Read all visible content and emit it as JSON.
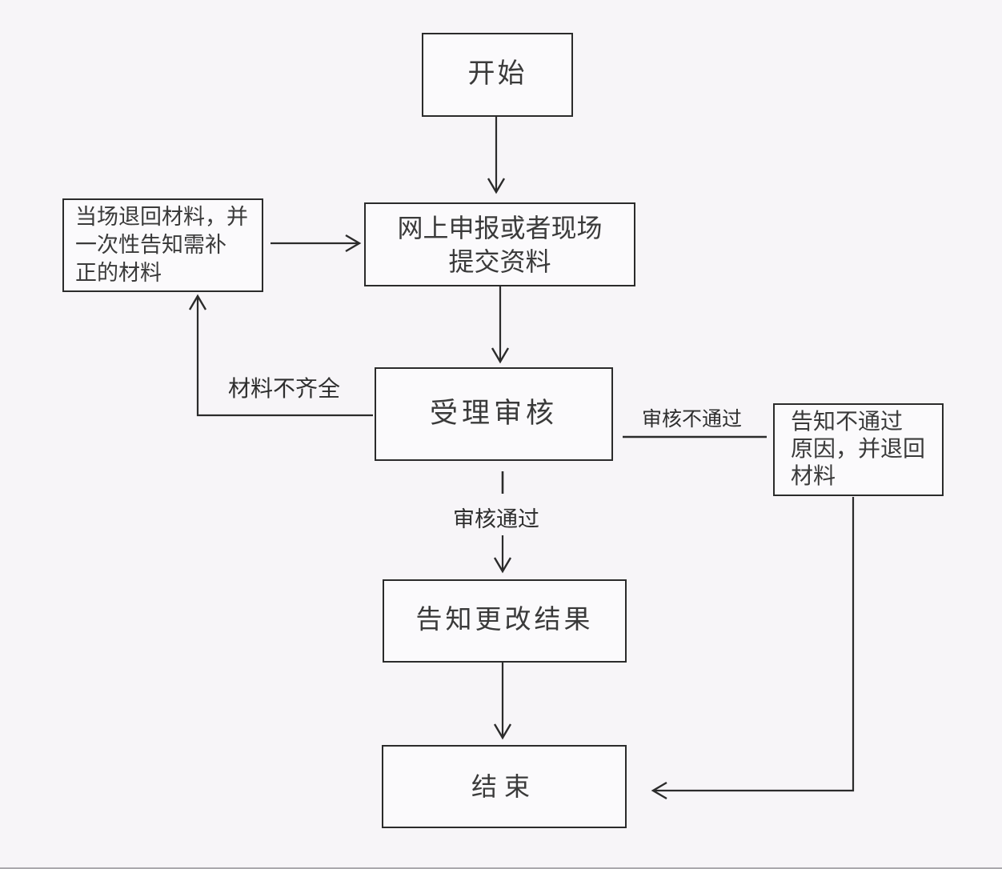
{
  "diagram": {
    "type": "flowchart",
    "nodes": {
      "start": {
        "label": "开始"
      },
      "submit": {
        "label": "网上申报或者现场\n提交资料"
      },
      "return_materials": {
        "label": "当场退回材料，并\n一次性告知需补\n正的材料"
      },
      "review": {
        "label": "受理审核"
      },
      "notify_fail": {
        "label": "告知不通过\n原因，并退回\n材料"
      },
      "notify_result": {
        "label": "告知更改结果"
      },
      "end": {
        "label": "结束"
      }
    },
    "edge_labels": {
      "incomplete": "材料不齐全",
      "fail": "审核不通过",
      "pass": "审核通过"
    },
    "edges": [
      {
        "from": "start",
        "to": "submit"
      },
      {
        "from": "submit",
        "to": "review"
      },
      {
        "from": "review",
        "to": "return_materials",
        "label": "材料不齐全"
      },
      {
        "from": "return_materials",
        "to": "submit"
      },
      {
        "from": "review",
        "to": "notify_fail",
        "label": "审核不通过"
      },
      {
        "from": "review",
        "to": "notify_result",
        "label": "审核通过"
      },
      {
        "from": "notify_result",
        "to": "end"
      },
      {
        "from": "notify_fail",
        "to": "end"
      }
    ],
    "colors": {
      "background": "#f7f5f8",
      "box_fill": "#fbfafc",
      "line": "#2b2b2b",
      "text": "#3a3a3a"
    }
  }
}
